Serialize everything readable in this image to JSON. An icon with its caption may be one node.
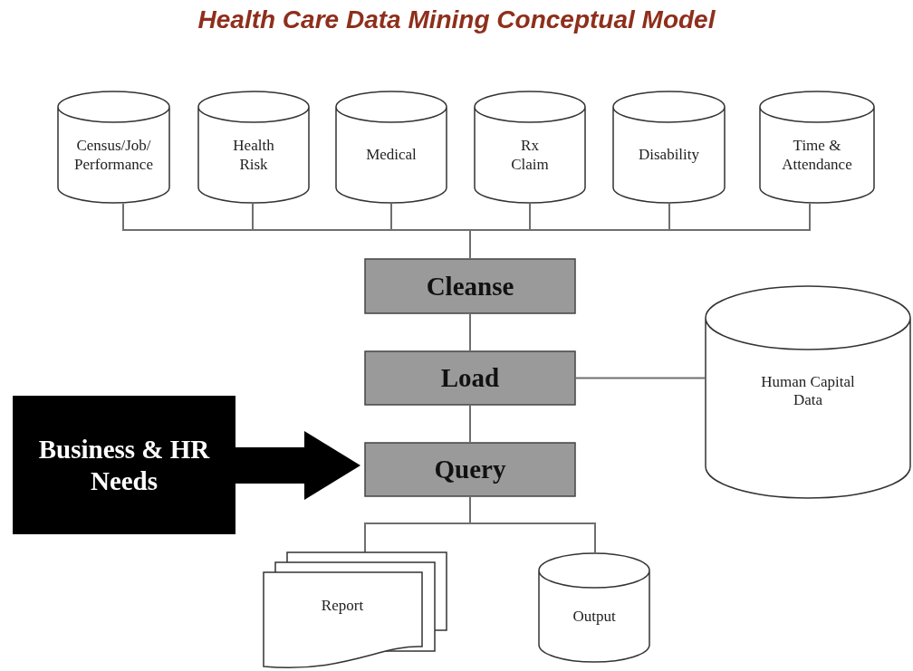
{
  "diagram": {
    "title": "Health Care Data Mining Conceptual Model",
    "nodes": [
      {
        "text": [
          "Census/Job/ Performance"
        ]
      },
      {
        "text": [
          "Health Risk"
        ]
      },
      {
        "text": [
          "Medical"
        ]
      },
      {
        "text": [
          "Rx Claim"
        ]
      },
      {
        "text": [
          "Disability"
        ]
      },
      {
        "text": [
          "Time & Attendance"
        ]
      },
      {
        "text": [
          "Cleanse"
        ]
      },
      {
        "text": [
          "Load"
        ]
      },
      {
        "text": [
          "Query"
        ]
      },
      {
        "text": [
          "Human Capital Data"
        ]
      },
      {
        "text": [
          "Business & HR Needs"
        ]
      },
      {
        "text": [
          "Report"
        ]
      },
      {
        "text": [
          "Output"
        ]
      }
    ],
    "edges": [
      {
        "from": 0,
        "to": 6,
        "arrow": "none"
      },
      {
        "from": 1,
        "to": 6,
        "arrow": "none"
      },
      {
        "from": 2,
        "to": 6,
        "arrow": "none"
      },
      {
        "from": 3,
        "to": 6,
        "arrow": "none"
      },
      {
        "from": 4,
        "to": 6,
        "arrow": "none"
      },
      {
        "from": 5,
        "to": 6,
        "arrow": "none"
      },
      {
        "from": 6,
        "to": 7,
        "arrow": "none"
      },
      {
        "from": 7,
        "to": 8,
        "arrow": "none"
      },
      {
        "from": 7,
        "to": 9,
        "arrow": "none"
      },
      {
        "from": 10,
        "to": 8,
        "arrow": "to",
        "style": "thick",
        "color": "#000000"
      },
      {
        "from": 8,
        "to": 11,
        "arrow": "none"
      },
      {
        "from": 8,
        "to": 12,
        "arrow": "none"
      }
    ]
  }
}
